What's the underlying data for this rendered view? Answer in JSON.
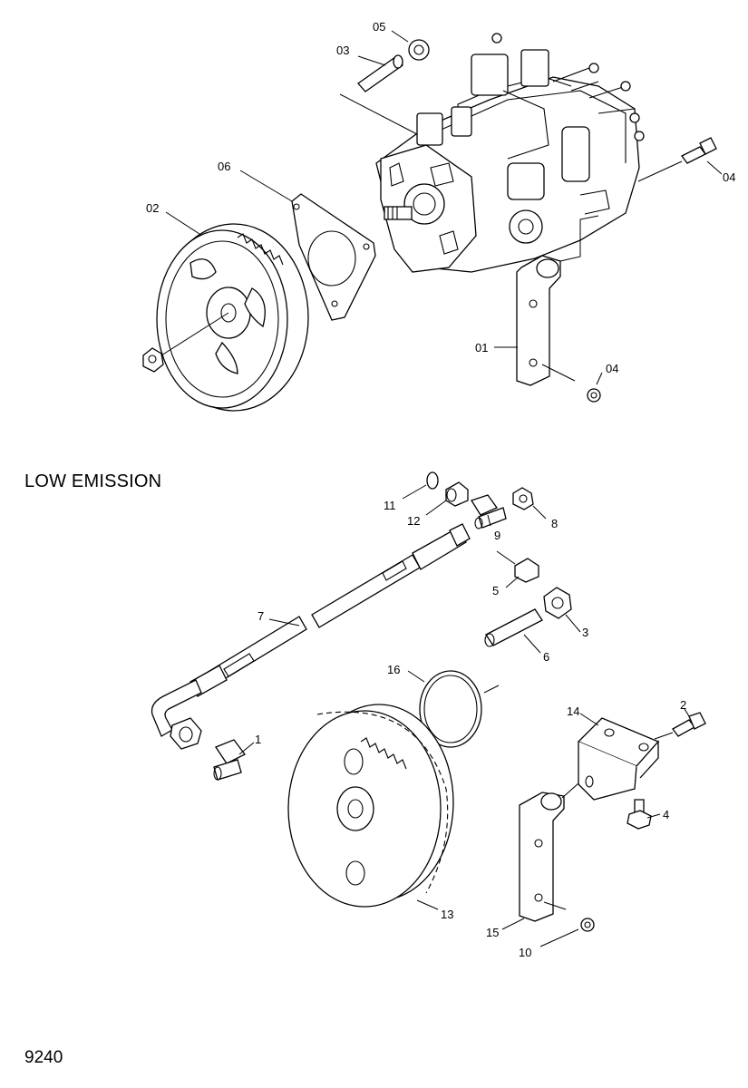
{
  "section_title": "LOW EMISSION",
  "page_number": "9240",
  "upper_callouts": {
    "c01": "01",
    "c02": "02",
    "c03": "03",
    "c04a": "04",
    "c04b": "04",
    "c05": "05",
    "c06": "06"
  },
  "lower_callouts": {
    "c1": "1",
    "c2": "2",
    "c3": "3",
    "c4": "4",
    "c5": "5",
    "c6": "6",
    "c7": "7",
    "c8": "8",
    "c9": "9",
    "c10": "10",
    "c11": "11",
    "c12": "12",
    "c13": "13",
    "c14": "14",
    "c15": "15",
    "c16": "16"
  }
}
